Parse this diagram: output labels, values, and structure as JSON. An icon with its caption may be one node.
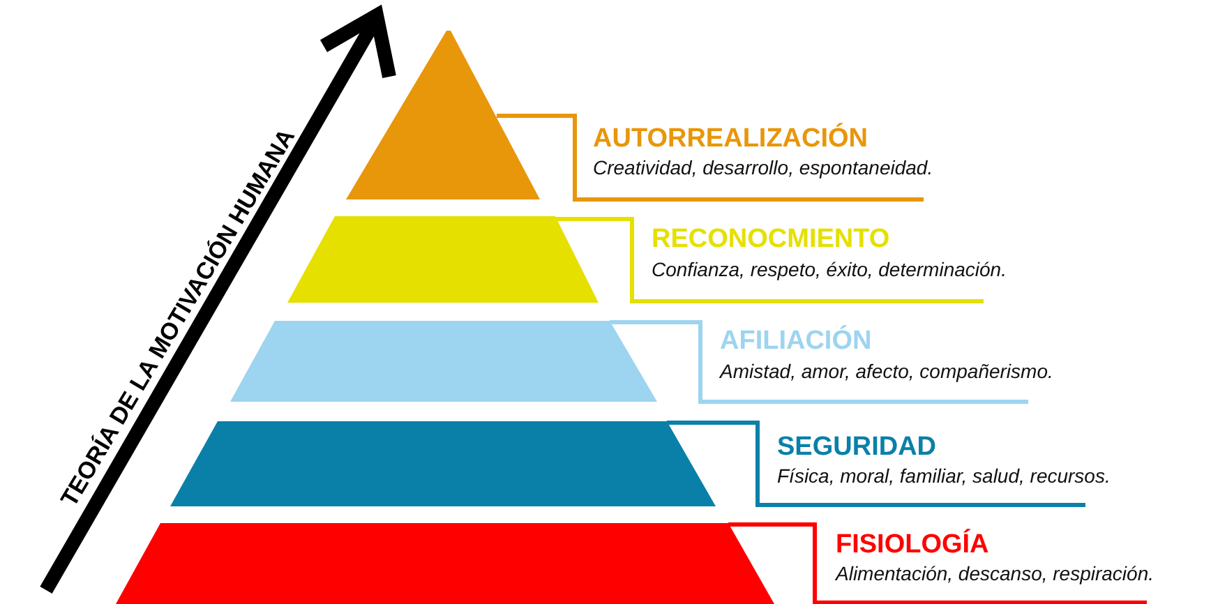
{
  "diagram": {
    "nodes": [
      {
        "text": [
          "AUTORREALIZACIÓN",
          "Creatividad, desarrollo, espontaneidad."
        ]
      },
      {
        "text": [
          "RECONOCMIENTO",
          "Confianza, respeto, éxito, determinación."
        ]
      },
      {
        "text": [
          "AFILIACIÓN",
          "Amistad, amor, afecto, compañerismo."
        ]
      },
      {
        "text": [
          "SEGURIDAD",
          "Física, moral, familiar, salud, recursos."
        ]
      },
      {
        "text": [
          "FISIOLOGÍA",
          "Alimentación, descanso, respiración."
        ]
      }
    ],
    "labels": [
      "TEORÍA DE LA MOTIVACIÓN HUMANA"
    ]
  }
}
